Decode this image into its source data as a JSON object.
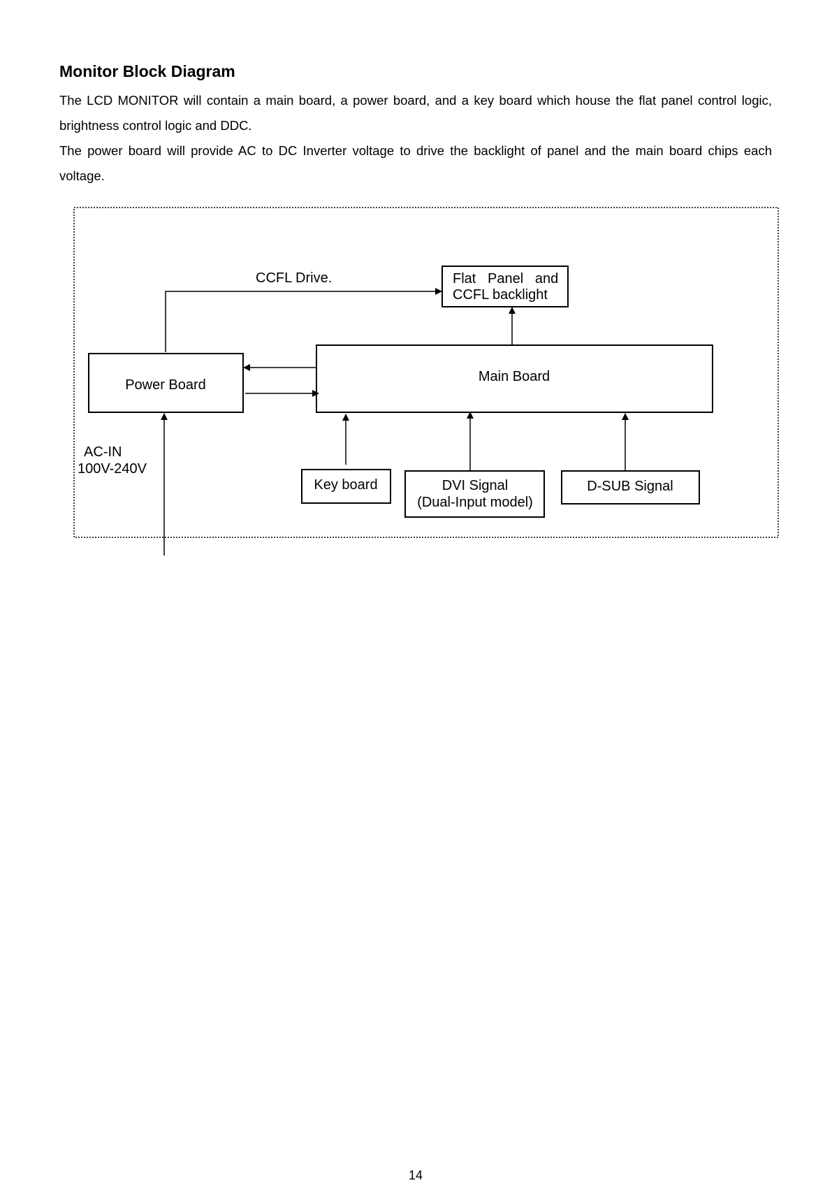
{
  "document": {
    "title": "Monitor Block Diagram",
    "paragraphs": [
      "The LCD MONITOR will contain a main board, a power board, and a key board which house the flat panel control logic, brightness control logic and DDC.",
      "The power board will provide AC to DC Inverter voltage to drive the backlight of panel and the main board chips each voltage."
    ],
    "page_number": "14"
  },
  "diagram": {
    "ccfl_drive_label": "CCFL Drive.",
    "flat_panel_line1": "Flat   Panel   and",
    "flat_panel_line2": "CCFL backlight",
    "main_board": "Main Board",
    "power_board": "Power Board",
    "ac_in_line1": "AC-IN",
    "ac_in_line2": "100V-240V",
    "key_board": "Key board",
    "dvi_line1": "DVI Signal",
    "dvi_line2": "(Dual-Input model)",
    "dsub": "D-SUB Signal"
  }
}
